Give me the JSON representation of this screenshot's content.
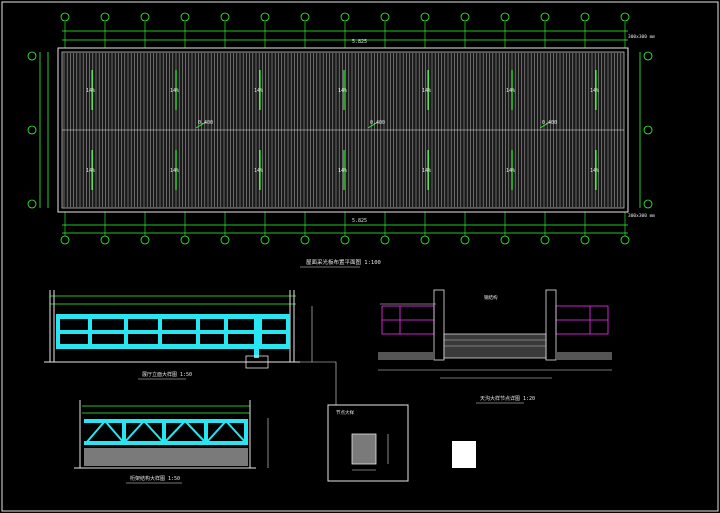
{
  "drawing": {
    "plan_title": "屋面采光板布置平面图 1:100",
    "slope_labels": [
      "14%",
      "14%",
      "14%",
      "14%",
      "14%",
      "14%",
      "14%"
    ],
    "center_labels": [
      "0.400",
      "0.400",
      "0.400"
    ],
    "level_top": "5.825",
    "level_bottom": "5.825",
    "side_note_top": "300x300 mm",
    "side_note_bottom": "300x300 mm",
    "grid_axis_count": 15,
    "elevation_a_title": "展厅立面大样图 1:50",
    "elevation_b_title": "天沟大样节点详图 1:20",
    "truss_title": "桁架结构大样图 1:50",
    "detail_title": "节点大样",
    "section_top_label": "钢结构",
    "colors": {
      "background": "#000000",
      "line": "#e6e6e6",
      "accent_green": "#33ff33",
      "accent_cyan": "#27e6f2",
      "accent_magenta": "#ff2bff",
      "sheet": "#bfbfbf"
    }
  }
}
